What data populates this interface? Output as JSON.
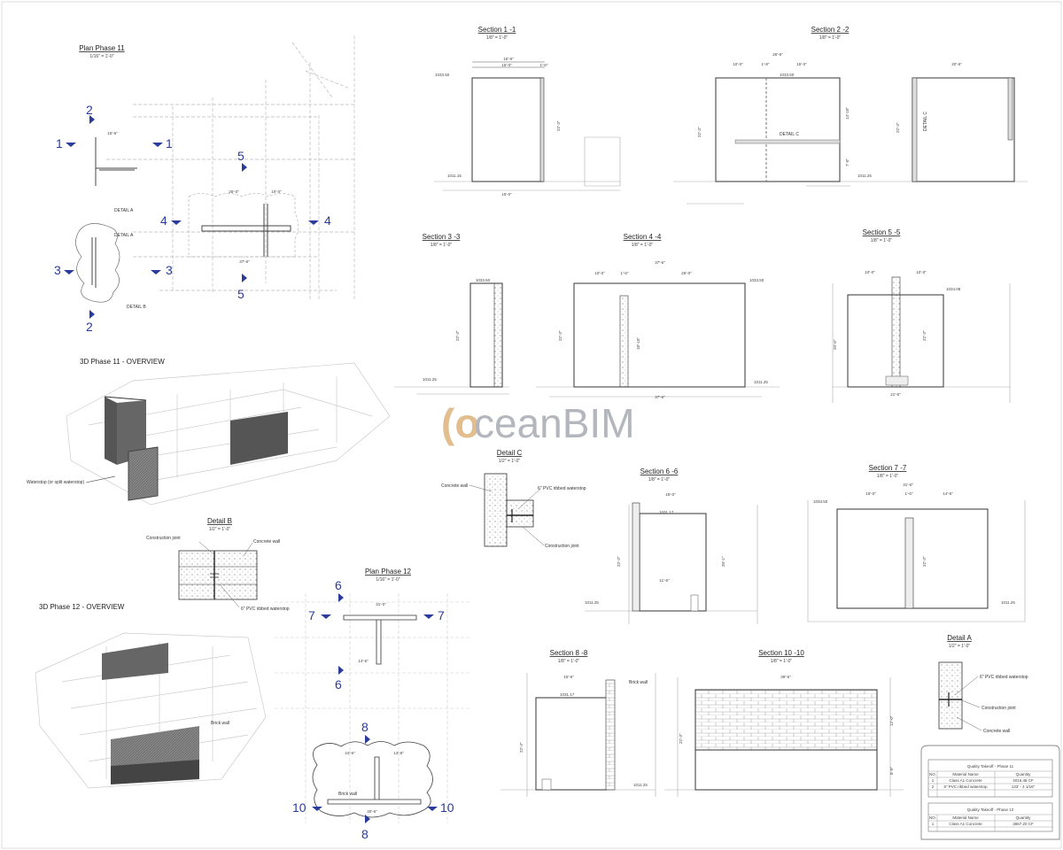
{
  "views": {
    "plan11": {
      "title": "Plan Phase 11",
      "scale": "1/16\" = 1'-0\""
    },
    "plan12": {
      "title": "Plan Phase 12",
      "scale": "1/16\" = 1'-0\""
    },
    "s1": {
      "title": "Section 1 -1",
      "scale": "1/8\" = 1'-0\""
    },
    "s2": {
      "title": "Section 2 -2",
      "scale": "1/8\" = 1'-0\""
    },
    "s3": {
      "title": "Section 3 -3",
      "scale": "1/8\" = 1'-0\""
    },
    "s4": {
      "title": "Section 4 -4",
      "scale": "1/8\" = 1'-0\""
    },
    "s5": {
      "title": "Section 5 -5",
      "scale": "1/8\" = 1'-0\""
    },
    "s6": {
      "title": "Section 6 -6",
      "scale": "1/8\" = 1'-0\""
    },
    "s7": {
      "title": "Section 7 -7",
      "scale": "1/8\" = 1'-0\""
    },
    "s8": {
      "title": "Section 8 -8",
      "scale": "1/8\" = 1'-0\""
    },
    "s10": {
      "title": "Section 10 -10",
      "scale": "1/8\" = 1'-0\""
    },
    "detailA": {
      "title": "Detail A",
      "scale": "1/2\" = 1'-0\""
    },
    "detailB": {
      "title": "Detail B",
      "scale": "1/2\" = 1'-0\""
    },
    "detailC": {
      "title": "Detail C",
      "scale": "1/2\" = 1'-0\""
    },
    "ov11": {
      "title": "3D Phase 11 - OVERVIEW"
    },
    "ov12": {
      "title": "3D Phase 12 - OVERVIEW"
    }
  },
  "callouts": {
    "waterstop_split": "Waterstop (or split waterstop)",
    "brick_wall": "Brick wall",
    "construction_joint": "Construction joint",
    "concrete_wall": "Concrete wall",
    "pvc_waterstop": "6\" PVC ribbed waterstop",
    "detail_a": "DETAIL A",
    "detail_b": "DETAIL B",
    "detail_c": "DETAIL C"
  },
  "section_tags": [
    "1",
    "2",
    "3",
    "4",
    "5",
    "6",
    "7",
    "8",
    "10"
  ],
  "elevations": {
    "top_1033": "1033.50",
    "bottom_1011": "1011.25",
    "bottom_1011_15": "1011.15",
    "top_1034": "1034.08",
    "top_1031": "1031.17"
  },
  "dims": {
    "d16_6": "16'-6\"",
    "d15_0": "15'-0\"",
    "d1_6": "1'-6\"",
    "d22_3": "22'-3\"",
    "d26_6": "26'-6\"",
    "d10_0": "10'-0\"",
    "d1_8": "1'-8\"",
    "d20_6": "20'-6\"",
    "d13_10": "13'-10\"",
    "d7_0": "7'-0\"",
    "d37_6": "37'-6\"",
    "d26_0": "26'-0\"",
    "d18_10": "18'-10\"",
    "d21_6": "21'-6\"",
    "d31_6": "31'-6\"",
    "d14_6": "14'-6\"",
    "d12_0": "12'-0\"",
    "d20_1": "20'-1\"",
    "d39_6": "39'-6\"",
    "d31_0": "31'-0\"",
    "d24_6": "24'-6\"",
    "d30_6": "30'-6\"",
    "d13_9": "13'-9\"",
    "d15_6": "15'-6\"",
    "d8_0": "8'-0\"",
    "d11_6": "11'-6\""
  },
  "watermark": {
    "part1": "(o",
    "part2": "ceanBIM"
  },
  "takeoff": {
    "table11": {
      "title": "Quality Takeoff - Phase 11",
      "headers": [
        "NO.",
        "Material Name",
        "Quantity"
      ],
      "rows": [
        [
          "1",
          "Class A1 Concrete",
          "4016.48 CF"
        ],
        [
          "2",
          "6\" PVC ribbed waterstop",
          "133' - 4 1/16\""
        ]
      ]
    },
    "table12": {
      "title": "Quality Takeoff - Phase 12",
      "headers": [
        "NO.",
        "Material Name",
        "Quantity"
      ],
      "rows": [
        [
          "1",
          "Class A1 Concrete",
          "3667.20 CF"
        ]
      ]
    }
  }
}
